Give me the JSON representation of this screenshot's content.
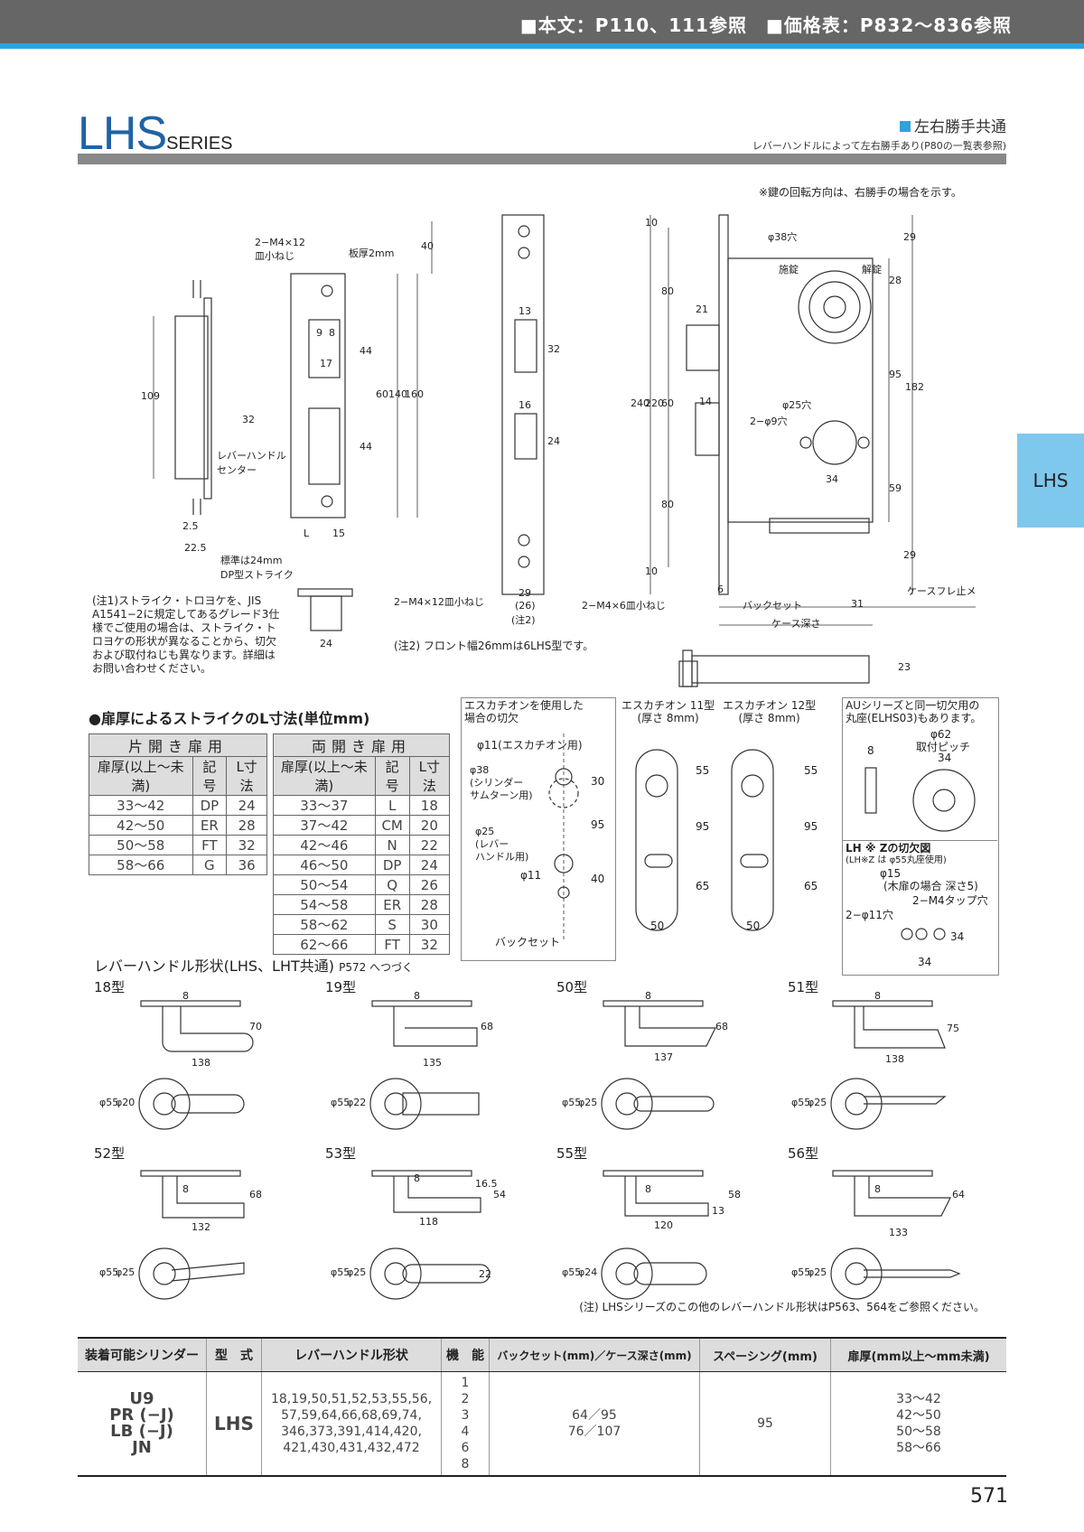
{
  "header": {
    "reference": "■本文：P110、111参照　■価格表：P832〜836参照"
  },
  "series": {
    "name": "LHS",
    "suffix": "SERIES"
  },
  "hand_note": {
    "main": "左右勝手共通",
    "sub": "レバーハンドルによって左右勝手あり(P80の一覧表参照)"
  },
  "rotation_note": "※鍵の回転方向は、右勝手の場合を示す。",
  "side_tab": "LHS",
  "drawing_labels": {
    "screw_top": "2−M4×12\n皿小ねじ",
    "plate": "板厚2mm",
    "lever_center": "レバーハンドル\nセンター",
    "standard": "標準は24mm\nDP型ストライク",
    "screw_bottom_left": "2−M4×12皿小ねじ",
    "screw_bottom_right": "2−M4×6皿小ねじ",
    "note2_ref": "(注2)",
    "backset": "バックセット",
    "case_depth": "ケース深さ",
    "case_stop": "ケースフレ止メ",
    "hole38": "φ38穴",
    "lock": "施錠",
    "unlock": "解錠",
    "hole25": "φ25穴",
    "hole9": "2−φ9穴",
    "dims": [
      "109",
      "32",
      "2.5",
      "22.5",
      "L",
      "15",
      "44",
      "60",
      "44",
      "140",
      "160",
      "40",
      "9",
      "8",
      "17",
      "13",
      "32",
      "16",
      "24",
      "29",
      "(26)",
      "10",
      "80",
      "220",
      "60",
      "80",
      "240",
      "10",
      "21",
      "14",
      "34",
      "29",
      "28",
      "95",
      "182",
      "59",
      "29",
      "6",
      "31",
      "23",
      "24"
    ]
  },
  "notes": {
    "note1": "(注1)ストライク・トロヨケを、JIS A1541−2に規定してあるグレード3仕様でご使用の場合は、ストライク・トロヨケの形状が異なることから、切欠および取付ねじも異なります。詳細はお問い合わせください。",
    "note2": "(注2) フロント幅26mmは6LHS型です。"
  },
  "strike_table": {
    "title": "●扉厚によるストライクのL寸法(単位mm)",
    "single": {
      "caption": "片開き扉用",
      "headers": [
        "扉厚(以上〜未満)",
        "記号",
        "L寸法"
      ],
      "rows": [
        [
          "33〜42",
          "DP",
          "24"
        ],
        [
          "42〜50",
          "ER",
          "28"
        ],
        [
          "50〜58",
          "FT",
          "32"
        ],
        [
          "58〜66",
          "G",
          "36"
        ]
      ]
    },
    "double": {
      "caption": "両開き扉用",
      "headers": [
        "扉厚(以上〜未満)",
        "記号",
        "L寸法"
      ],
      "rows": [
        [
          "33〜37",
          "L",
          "18"
        ],
        [
          "37〜42",
          "CM",
          "20"
        ],
        [
          "42〜46",
          "N",
          "22"
        ],
        [
          "46〜50",
          "DP",
          "24"
        ],
        [
          "50〜54",
          "Q",
          "26"
        ],
        [
          "54〜58",
          "ER",
          "28"
        ],
        [
          "58〜62",
          "S",
          "30"
        ],
        [
          "62〜66",
          "FT",
          "32"
        ]
      ]
    }
  },
  "escutcheon": {
    "cut_title": "エスカチオンを使用した\n場合の切欠",
    "cut_labels": [
      "φ11(エスカチオン用)",
      "φ38\n(シリンダー\nサムターン用)",
      "φ25\n(レバー\nハンドル用)",
      "φ11",
      "バックセット",
      "30",
      "95",
      "40"
    ],
    "type11": "エスカチオン 11型\n(厚さ 8mm)",
    "type12": "エスカチオン 12型\n(厚さ 8mm)",
    "dims11": [
      "55",
      "95",
      "65",
      "50"
    ],
    "dims12": [
      "55",
      "95",
      "65",
      "50"
    ],
    "au_note": "AUシリーズと同一切欠用の\n丸座(ELHS03)もあります。",
    "au_dims": [
      "φ62",
      "取付ピッチ",
      "34",
      "8"
    ],
    "lhz_title": "LH ※ Zの切欠図",
    "lhz_sub": "(LH※Z は φ55丸座使用)",
    "lhz_labels": [
      "φ15",
      "(木扉の場合 深さ5)",
      "2−M4タップ穴",
      "2−φ11穴",
      "34",
      "34"
    ]
  },
  "lever": {
    "heading": "レバーハンドル形状(LHS、LHT共通)",
    "ref": "P572 へつづく",
    "types": [
      {
        "name": "18型",
        "w": "138",
        "h": "70",
        "d": "8",
        "r1": "φ55",
        "r2": "φ20"
      },
      {
        "name": "19型",
        "w": "135",
        "h": "68",
        "d": "8",
        "r1": "φ55",
        "r2": "φ22"
      },
      {
        "name": "50型",
        "w": "137",
        "h": "68",
        "d": "8",
        "r1": "φ55",
        "r2": "φ25"
      },
      {
        "name": "51型",
        "w": "138",
        "h": "75",
        "d": "8",
        "r1": "φ55",
        "r2": "φ25"
      },
      {
        "name": "52型",
        "w": "132",
        "h": "68",
        "d": "8",
        "r1": "φ55",
        "r2": "φ25"
      },
      {
        "name": "53型",
        "w": "118",
        "h": "54",
        "d": "8",
        "r1": "φ55",
        "r2": "φ25",
        "extra": "16.5",
        "extra2": "22"
      },
      {
        "name": "55型",
        "w": "120",
        "h": "58",
        "d": "8",
        "r1": "φ55",
        "r2": "φ24",
        "extra": "13"
      },
      {
        "name": "56型",
        "w": "133",
        "h": "64",
        "d": "8",
        "r1": "φ55",
        "r2": "φ25"
      }
    ],
    "footnote": "(注) LHSシリーズのこの他のレバーハンドル形状はP563、564をご参照ください。"
  },
  "spec_table": {
    "headers": [
      "装着可能シリンダー",
      "型　式",
      "レバーハンドル形状",
      "機　能",
      "バックセット(mm)／ケース深さ(mm)",
      "スペーシング(mm)",
      "扉厚(mm以上〜mm未満)"
    ],
    "cylinders": [
      "U9",
      "PR (−J)",
      "LB (−J)",
      "JN"
    ],
    "model": "LHS",
    "lever_shapes": "18,19,50,51,52,53,55,56,\n57,59,64,66,68,69,74,\n346,373,391,414,420,\n421,430,431,432,472",
    "functions": [
      "1",
      "2",
      "3",
      "4",
      "6",
      "8"
    ],
    "backset_case": [
      "64／95",
      "76／107"
    ],
    "spacing": "95",
    "door_thickness": [
      "33〜42",
      "42〜50",
      "50〜58",
      "58〜66"
    ]
  },
  "page_number": "571"
}
